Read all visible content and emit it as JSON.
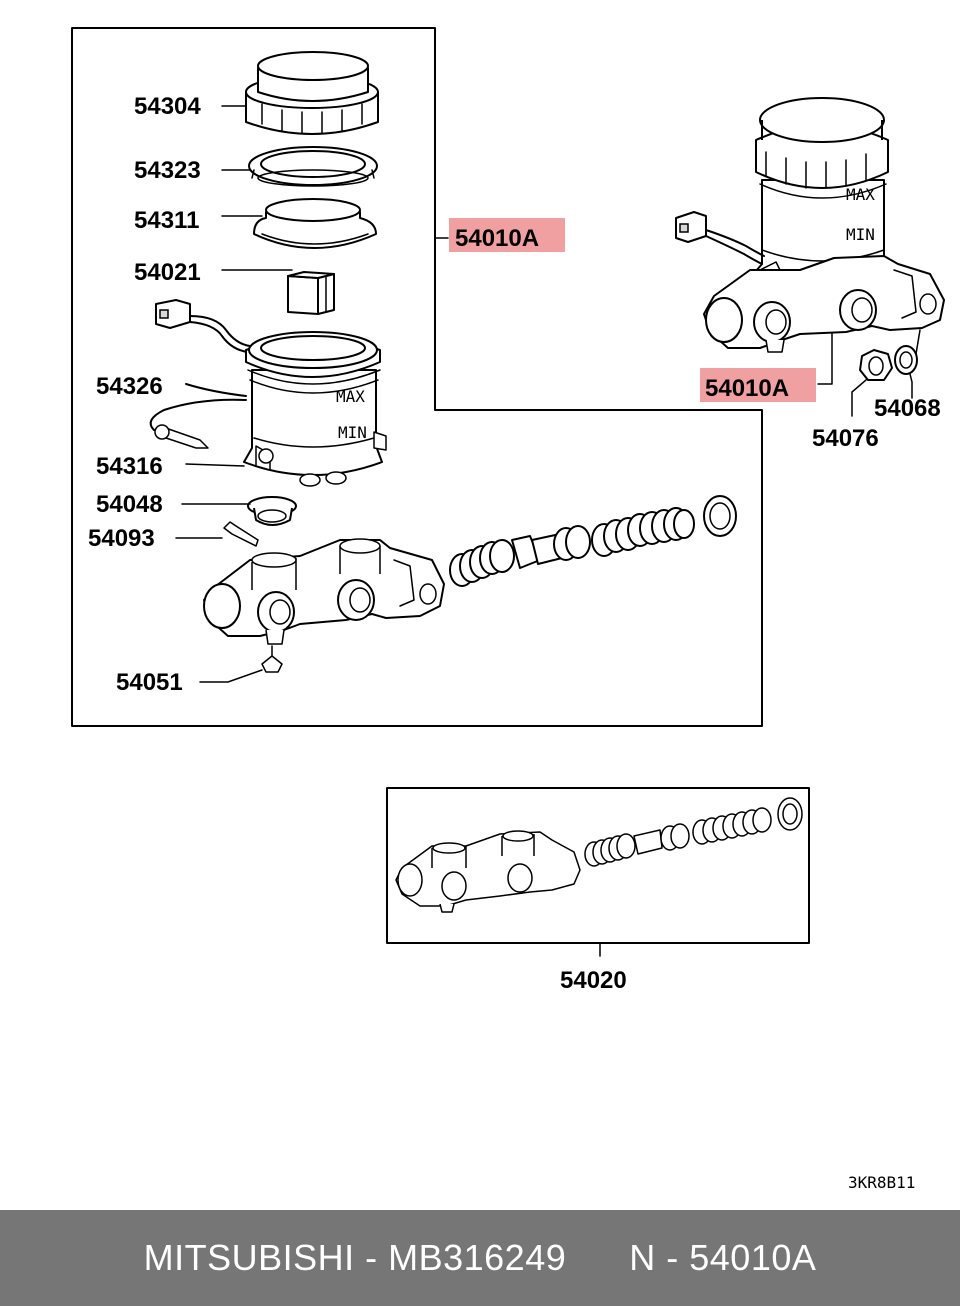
{
  "diagram": {
    "main_group_labels": {
      "reservoir_cap": "54304",
      "cap_seal": "54323",
      "strainer": "54311",
      "float": "54021",
      "level_switch": "54326",
      "reservoir": "54316",
      "grommet": "54048",
      "pin": "54093",
      "plug_seal": "54051"
    },
    "assembly_label": "54010A",
    "assembly_label_right": "54010A",
    "nut_label": "54076",
    "washer_label": "54068",
    "kit_label": "54020",
    "figure_code": "3KR8B11",
    "highlight_color": "#f0a0a0"
  },
  "footer": {
    "text": "MITSUBISHI - MB316249      N - 54010A",
    "background": "#767676",
    "text_color": "#ffffff"
  }
}
